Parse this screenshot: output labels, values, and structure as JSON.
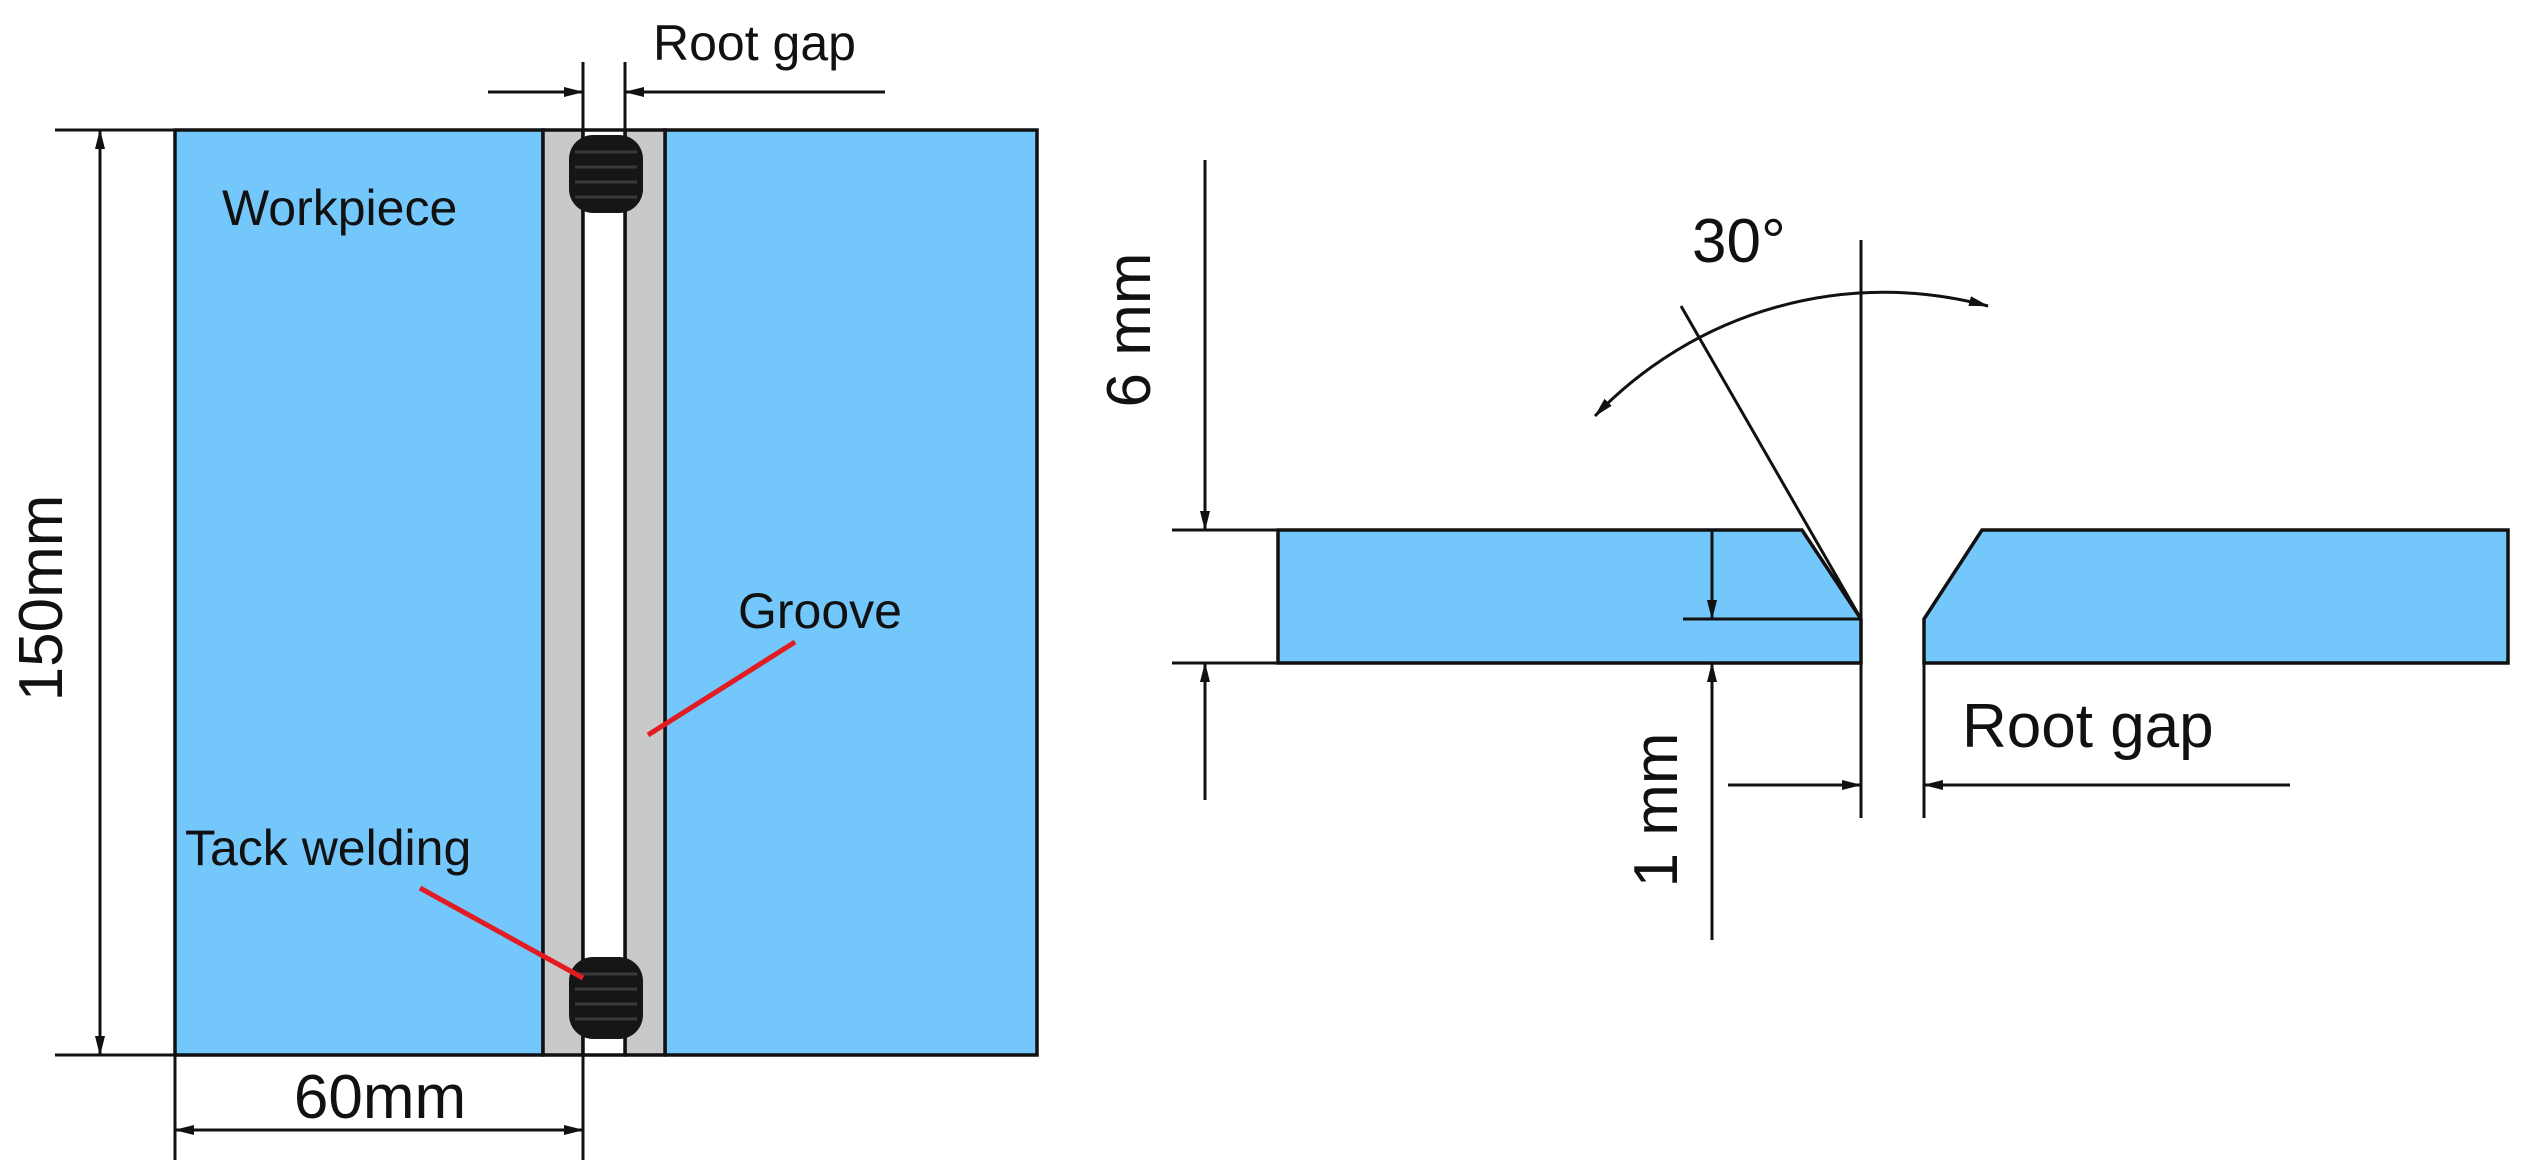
{
  "plan_view": {
    "root_gap_label": "Root gap",
    "workpiece_label": "Workpiece",
    "length_label": "150mm",
    "width_label": "60mm",
    "groove_label": "Groove",
    "tack_welding_label": "Tack welding"
  },
  "section_view": {
    "thickness_label": "6 mm",
    "angle_label": "30°",
    "root_face_label": "1 mm",
    "root_gap_label": "Root gap"
  },
  "colors": {
    "workpiece_fill": "#74c7fb",
    "groove_fill": "#c9c9c9",
    "tack_weld": "#161616",
    "leader_line": "#e31b23"
  }
}
